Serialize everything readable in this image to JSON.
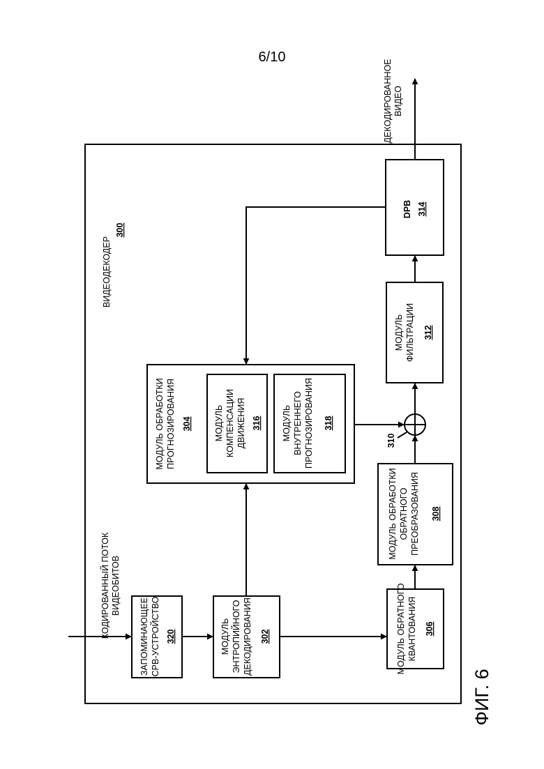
{
  "page_number": "6/10",
  "figure_label": "ФИГ. 6",
  "decoder": {
    "label": "ВИДЕОДЕКОДЕР",
    "number": "300"
  },
  "input_label": {
    "line1": "КОДИРОВАННЫЙ ПОТОК",
    "line2": "ВИДЕОБИТОВ"
  },
  "output_label": {
    "line1": "ДЕКОДИРОВАННОЕ",
    "line2": "ВИДЕО"
  },
  "blocks": {
    "cpb": {
      "line1": "ЗАПОМИНАЮЩЕЕ",
      "line2": "CPB-УСТРОЙСТВО",
      "number": "320"
    },
    "entropy": {
      "line1": "МОДУЛЬ",
      "line2": "ЭНТРОПИЙНОГО",
      "line3": "ДЕКОДИРОВАНИЯ",
      "number": "302"
    },
    "prediction": {
      "line1": "МОДУЛЬ ОБРАБОТКИ",
      "line2": "ПРОГНОЗИРОВАНИЯ",
      "number": "304"
    },
    "motion": {
      "line1": "МОДУЛЬ",
      "line2": "КОМПЕНСАЦИИ",
      "line3": "ДВИЖЕНИЯ",
      "number": "316"
    },
    "intra": {
      "line1": "МОДУЛЬ",
      "line2": "ВНУТРЕННЕГО",
      "line3": "ПРОГНОЗИРОВАНИЯ",
      "number": "318"
    },
    "inv_quant": {
      "line1": "МОДУЛЬ ОБРАТНОГО",
      "line2": "КВАНТОВАНИЯ",
      "number": "306"
    },
    "inv_transform": {
      "line1": "МОДУЛЬ ОБРАБОТКИ",
      "line2": "ОБРАТНОГО",
      "line3": "ПРЕОБРАЗОВАНИЯ",
      "number": "308"
    },
    "filter": {
      "line1": "МОДУЛЬ",
      "line2": "ФИЛЬТРАЦИИ",
      "number": "312"
    },
    "dpb": {
      "line1": "DPB",
      "number": "314"
    }
  },
  "summer": {
    "number": "310"
  }
}
